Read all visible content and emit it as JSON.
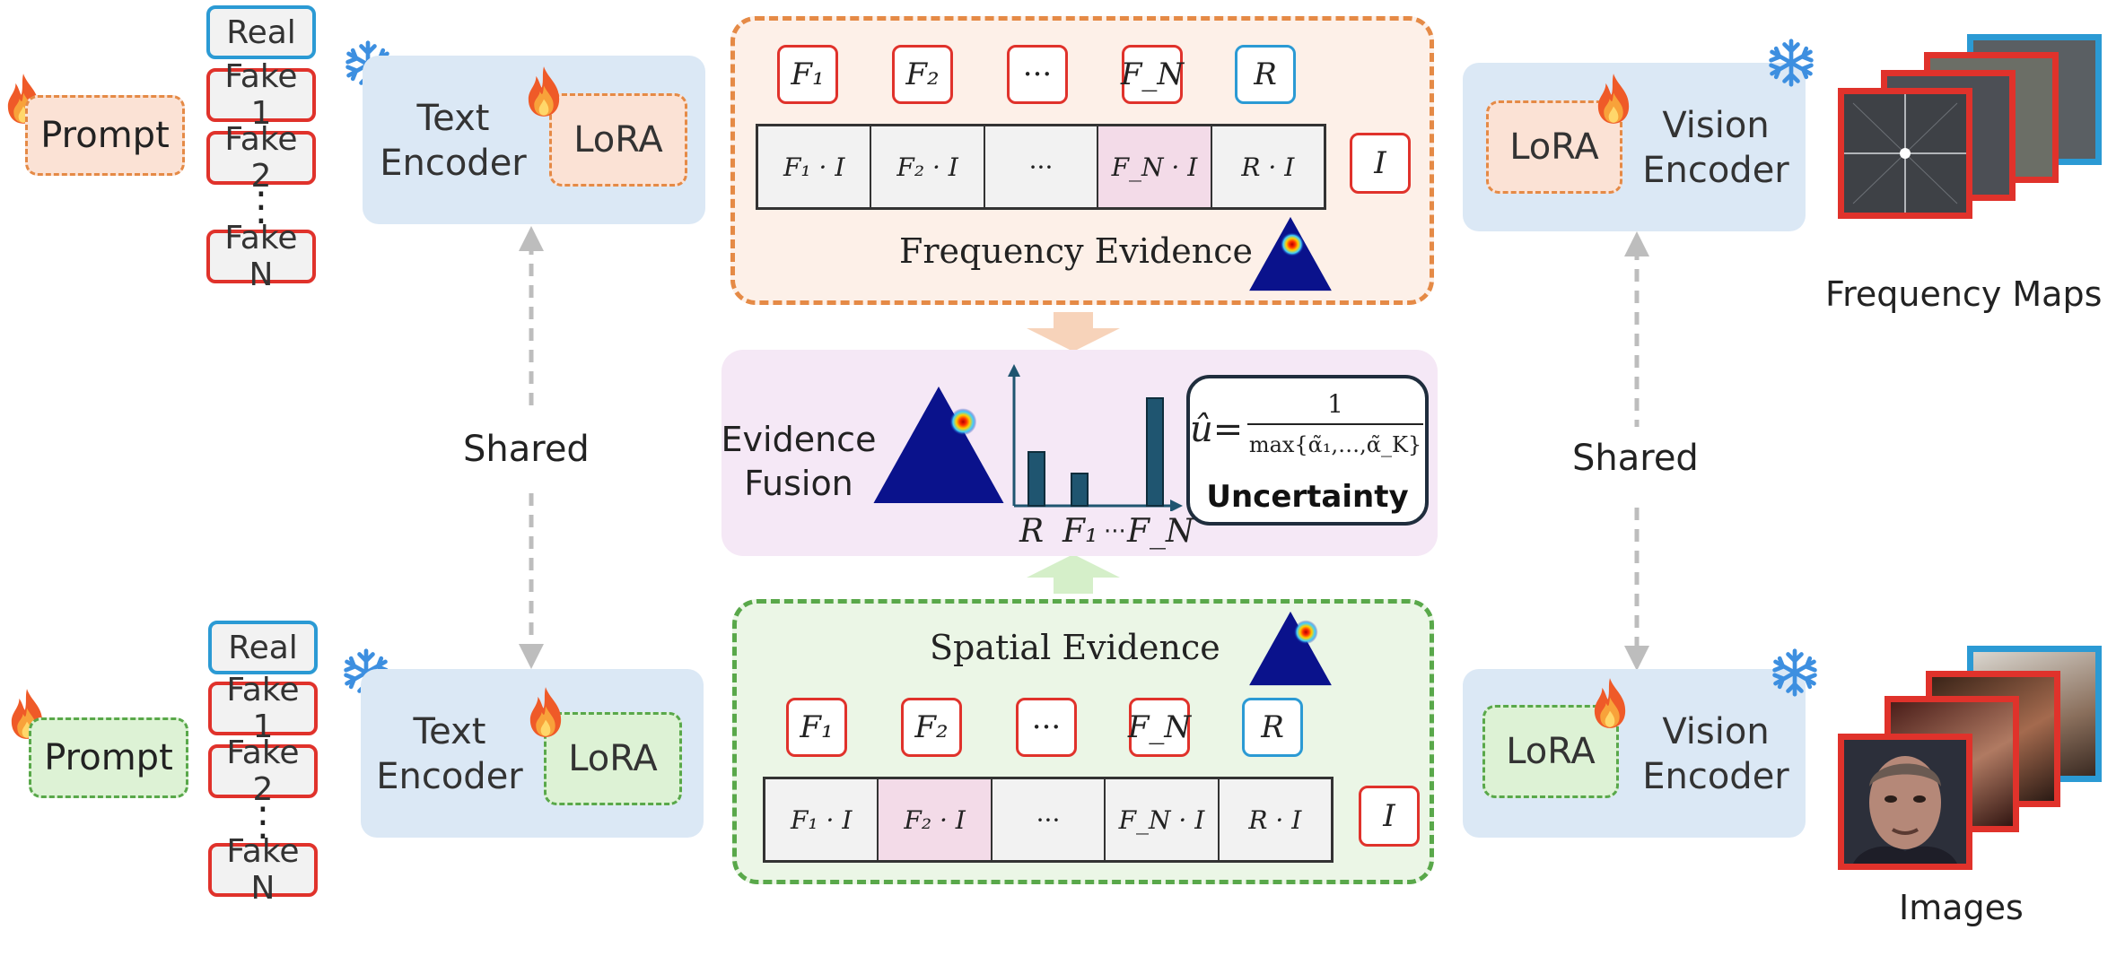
{
  "prompt_label": "Prompt",
  "classes": {
    "real": "Real",
    "fake1": "Fake 1",
    "fake2": "Fake 2",
    "fakeN": "Fake N"
  },
  "text_encoder": {
    "line1": "Text",
    "line2": "Encoder"
  },
  "vision_encoder": {
    "line1": "Vision",
    "line2": "Encoder"
  },
  "lora_label": "LoRA",
  "shared_label": "Shared",
  "tokens": {
    "f1": "F₁",
    "f2": "F₂",
    "dots": "···",
    "fN": "F_N",
    "r": "R",
    "i": "I"
  },
  "frequency_panel": {
    "title": "Frequency Evidence",
    "cells": [
      "F₁ · I",
      "F₂ · I",
      "···",
      "F_N · I",
      "R · I"
    ]
  },
  "spatial_panel": {
    "title": "Spatial Evidence",
    "cells": [
      "F₁ · I",
      "F₂ · I",
      "···",
      "F_N · I",
      "R · I"
    ]
  },
  "fusion": {
    "line1": "Evidence",
    "line2": "Fusion",
    "axis_labels": [
      "R",
      "F₁",
      "···",
      "F_N"
    ],
    "bars": [
      0.5,
      0.3,
      1.0
    ],
    "uncertainty": {
      "lhs": "û=",
      "numerator": "1",
      "denominator": "max{α̃₁,…,α̃_K}",
      "label": "Uncertainty"
    }
  },
  "right_labels": {
    "freq": "Frequency Maps",
    "images": "Images"
  },
  "colors": {
    "orange": "#e58a46",
    "green": "#59a84a",
    "red": "#e0322b",
    "blue": "#2b9ad4",
    "encoder_bg": "#dbe8f5",
    "fusion_bg": "#f5e8f6",
    "bar": "#1f5570"
  },
  "icons": [
    "fire-icon",
    "snowflake-icon"
  ]
}
